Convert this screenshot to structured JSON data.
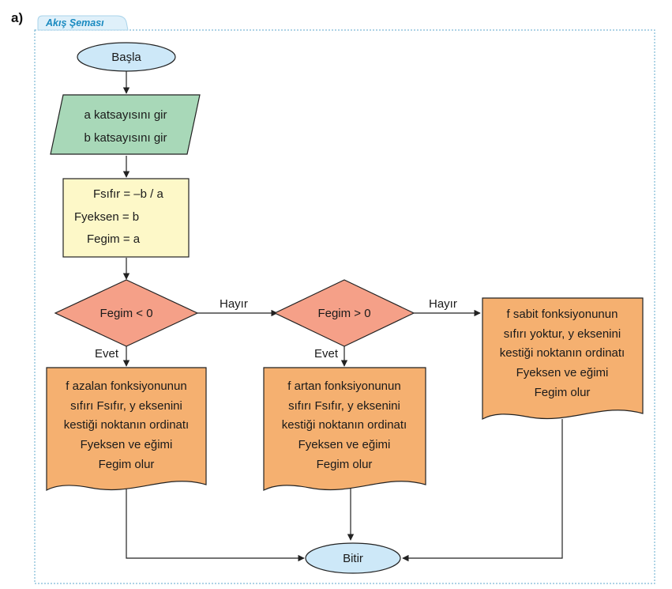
{
  "label": "a)",
  "tab_title": "Akış Şeması",
  "start": "Başla",
  "input": [
    "a katsayısını gir",
    "b katsayısını gir"
  ],
  "process": [
    "Fsıfır = –b / a",
    "Fyeksen = b",
    "Fegim = a"
  ],
  "decision1": "Fegim < 0",
  "decision2": "Fegim > 0",
  "edge_no_1": "Hayır",
  "edge_no_2": "Hayır",
  "edge_yes_1": "Evet",
  "edge_yes_2": "Evet",
  "output_decreasing": [
    "f azalan fonksiyonunun",
    "sıfırı Fsıfır, y eksenini",
    "kestiği noktanın ordinatı",
    "Fyeksen ve eğimi",
    "Fegim olur"
  ],
  "output_increasing": [
    "f artan fonksiyonunun",
    "sıfırı Fsıfır, y eksenini",
    "kestiği noktanın ordinatı",
    "Fyeksen ve eğimi",
    "Fegim olur"
  ],
  "output_constant": [
    "f sabit fonksiyonunun",
    "sıfırı yoktur, y eksenini",
    "kestiği noktanın ordinatı",
    "Fyeksen ve eğimi",
    "Fegim olur"
  ],
  "end": "Bitir",
  "colors": {
    "terminal": "#cde8f8",
    "input": "#a8d8b8",
    "process": "#fdf8c8",
    "decision": "#f5a088",
    "output": "#f5b070",
    "frame": "#7db9d6",
    "tab": "#dff0fa",
    "tab_text": "#1a8ac0",
    "line": "#222222"
  }
}
